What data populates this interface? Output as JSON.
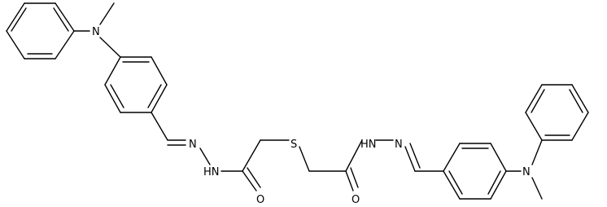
{
  "molecule": {
    "atom_labels": {
      "n_left": "N",
      "n_right": "N",
      "hydrazone_n_left": "N",
      "hydrazone_nh_left": "HN",
      "hydrazone_n_right": "N",
      "hydrazone_nh_right": "HN",
      "sulfur": "S",
      "oxygen_left": "O",
      "oxygen_right": "O"
    }
  }
}
